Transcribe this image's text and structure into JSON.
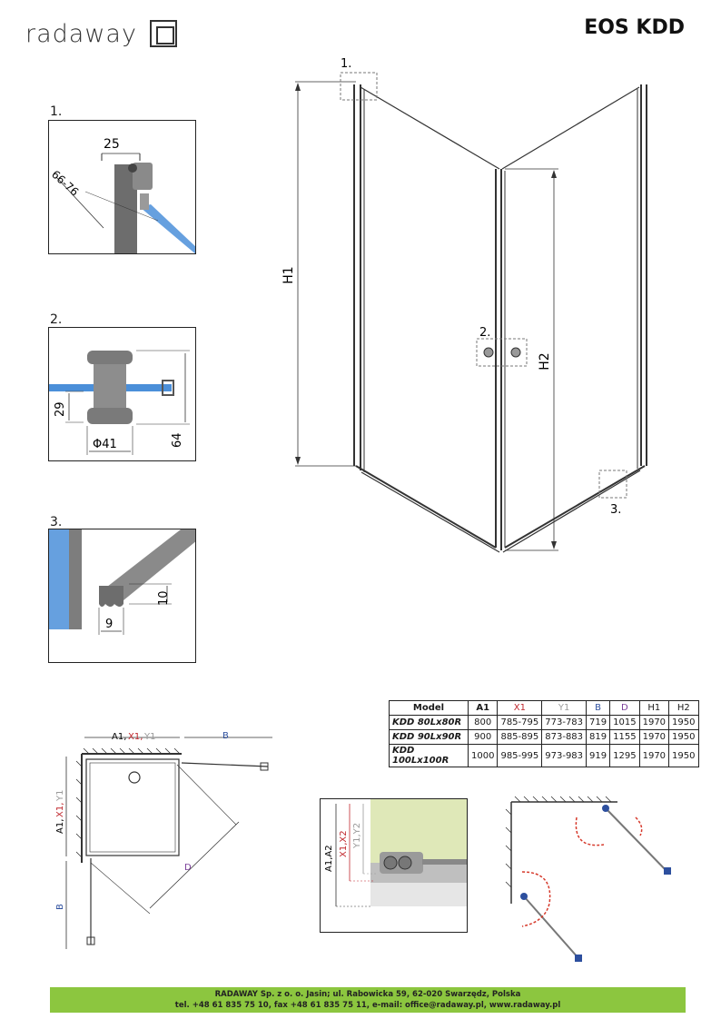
{
  "brand": "radaway",
  "title": "EOS KDD",
  "colors": {
    "footer_bg": "#8cc63f",
    "glass": "#3a78c4",
    "x_red": "#c0272d",
    "y_gray": "#9a9a9a",
    "b_blue": "#2d4f9e",
    "d_purple": "#7b3f99",
    "arrow_red": "#d6392b"
  },
  "detail1": {
    "num": "1.",
    "dim_width": "25",
    "dim_range": "66-76"
  },
  "detail2": {
    "num": "2.",
    "dim_height": "29",
    "dim_diameter": "Φ41",
    "dim_total": "64"
  },
  "detail3": {
    "num": "3.",
    "dim_height": "10",
    "dim_width": "9"
  },
  "main_diagram": {
    "callout1": "1.",
    "callout2": "2.",
    "callout3": "3.",
    "label_h1": "H1",
    "label_h2": "H2"
  },
  "table": {
    "headers": [
      "Model",
      "A1",
      "X1",
      "Y1",
      "B",
      "D",
      "H1",
      "H2"
    ],
    "rows": [
      [
        "KDD 80Lx80R",
        "800",
        "785-795",
        "773-783",
        "719",
        "1015",
        "1970",
        "1950"
      ],
      [
        "KDD 90Lx90R",
        "900",
        "885-895",
        "873-883",
        "819",
        "1155",
        "1970",
        "1950"
      ],
      [
        "KDD 100Lx100R",
        "1000",
        "985-995",
        "973-983",
        "919",
        "1295",
        "1970",
        "1950"
      ]
    ]
  },
  "plan": {
    "top_a1": "A1,",
    "top_x1": "X1,",
    "top_y1": "Y1",
    "top_b": "B",
    "side_a1": "A1,",
    "side_x1": "X1,",
    "side_y1": "Y1",
    "side_b": "B",
    "diag_d": "D"
  },
  "wall_detail": {
    "label_a": "A1,A2",
    "label_x": "X1,X2",
    "label_y": "Y1,Y2"
  },
  "footer": {
    "line1": "RADAWAY Sp. z o. o. Jasin; ul. Rabowicka 59, 62-020 Swarzędz, Polska",
    "line2": "tel. +48 61 835 75 10, fax +48 61 835 75 11, e-mail: office@radaway.pl, www.radaway.pl"
  }
}
